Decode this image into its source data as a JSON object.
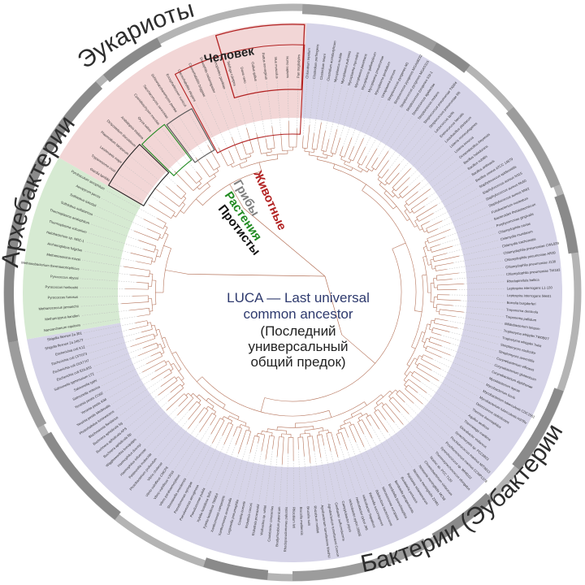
{
  "domains": {
    "eukaryotes": "Эукариоты",
    "archaea": "Архебактерии",
    "bacteria": "Бактерии (Эубактерии)"
  },
  "groups": {
    "human": "Человек",
    "animals": "Животные",
    "fungi": "Грибы",
    "plants": "Растения",
    "protists": "Протисты"
  },
  "center": {
    "line1": "LUCA — Last universal",
    "line2": "common ancestor",
    "line3": "(Последний",
    "line4": "универсальный",
    "line5": "общий предок)"
  },
  "colors": {
    "bacteria_bg": "#d6d4e8",
    "eukaryote_bg": "#f2d6d6",
    "archaea_bg": "#d6ead2",
    "animals": "#b22222",
    "fungi": "#808080",
    "plants": "#228b22",
    "protists": "#111111",
    "luca_title": "#2e3a6e",
    "branch": "#b5735a",
    "outer_ring": "#b4b4b4"
  },
  "leaves": [
    "Pyrobaculum aerophilum",
    "Aeropyrum pernix",
    "Sulfolobus tokodaii",
    "Sulfolobus solfataricus",
    "Thermoplasma acidophilum",
    "Thermoplasma volcanium",
    "Halobacterium sp. NRC-1",
    "Archaeoglobus fulgidus",
    "Methanosarcina mazei",
    "Methanobacterium thermautotrophicus",
    "Pyrococcus abyssi",
    "Pyrococcus horikoshii",
    "Pyrococcus furiosus",
    "Methanococcus jannaschii",
    "Methanopyrus kandleri",
    "Nanoarchaeum equitans",
    "Giardia lamblia",
    "Trypanosoma cruzi",
    "Leishmania major",
    "Plasmodium falciparum",
    "Dictyostelium discoideum",
    "Arabidopsis thaliana",
    "Oryza sativa",
    "Cyanidioschyzon merolae",
    "Saccharomyces cerevisiae",
    "Schizosaccharomyces pombe",
    "Encephalitozoon cuniculi",
    "Caenorhabditis elegans",
    "Caenorhabditis briggsae",
    "Drosophila melanogaster",
    "Anopheles gambiae",
    "Takifugu rubripes",
    "Danio rerio",
    "Gallus gallus",
    "Rattus norvegicus",
    "Mus musculus",
    "Homo sapiens",
    "Pan troglodytes",
    "Chlorobium tepidum",
    "Clostridium perfringens",
    "Clostridium tetani",
    "Clostridium acetobutylicum",
    "Mycoplasma mobile",
    "Mycoplasma pulmonis",
    "Mycoplasma mycoides",
    "Mycoplasma penetrans",
    "Mycoplasma gallisepticum",
    "Mycoplasma pneumoniae",
    "Mycoplasma genitalium",
    "Ureaplasma parvum",
    "Streptococcus pyogenes M1",
    "Streptococcus pyogenes MGAS8232",
    "Streptococcus pyogenes MGAS315",
    "Streptococcus pyogenes SSI-1",
    "Streptococcus agalactiae",
    "Streptococcus mutans",
    "Streptococcus pneumoniae TIGR4",
    "Streptococcus pneumoniae R6",
    "Lactococcus lactis",
    "Enterococcus faecalis",
    "Lactobacillus plantarum",
    "Listeria monocytogenes",
    "Listeria innocua",
    "Oceanobacillus iheyensis",
    "Bacillus halodurans",
    "Bacillus subtilis",
    "Bacillus anthracis",
    "Bacillus cereus ATCC 14579",
    "Staphylococcus epidermidis",
    "Staphylococcus aureus N315",
    "Staphylococcus aureus Mu50",
    "Staphylococcus aureus MW2",
    "Fusobacterium nucleatum",
    "Bacteroides thetaiotaomicron",
    "Porphyromonas gingivalis",
    "Chlamydophila caviae",
    "Chlamydia muridarum",
    "Chlamydia trachomatis",
    "Chlamydophila pneumoniae CWL029",
    "Chlamydophila pneumoniae AR39",
    "Chlamydophila pneumoniae J138",
    "Chlamydophila pneumoniae TW183",
    "Rhodopirellula baltica",
    "Leptospira interrogans L1-130",
    "Leptospira interrogans 56601",
    "Borrelia burgdorferi",
    "Treponema denticola",
    "Treponema pallidum",
    "Bifidobacterium longum",
    "Tropheryma whipplei TW08/27",
    "Tropheryma whipplei Twist",
    "Streptomyces coelicolor",
    "Streptomyces avermitilis",
    "Corynebacterium efficiens",
    "Corynebacterium glutamicum",
    "Corynebacterium diphtheriae",
    "Mycobacterium leprae",
    "Mycobacterium bovis",
    "Mycobacterium tuberculosis CDC1551",
    "Mycobacterium tuberculosis H37Rv",
    "Deinococcus radiodurans",
    "Thermus thermophilus",
    "Aquifex aeolicus",
    "Thermotoga maritima",
    "Gloeobacter violaceus",
    "Synechocystis sp. PCC6803",
    "Prochlorococcus marinus MIT9313",
    "Prochlorococcus marinus CCMP1378",
    "Synechococcus sp. WH8102",
    "Thermosynechococcus elongatus",
    "Nostoc sp. PCC 7120",
    "Chromobacterium violaceum",
    "Neisseria meningitidis MC58",
    "Neisseria meningitidis Z2491",
    "Ralstonia solanacearum",
    "Bordetella pertussis",
    "Bordetella parapertussis",
    "Bordetella bronchiseptica",
    "Nitrosomonas europaea",
    "Bdellovibrio bacteriovorus",
    "Wolinella succinogenes",
    "Helicobacter hepaticus",
    "Helicobacter pylori J99",
    "Helicobacter pylori 26695",
    "Campylobacter jejuni",
    "Geobacter sulfurreducens",
    "Agrobacterium tumefaciens Cereon",
    "Agrobacterium tumefaciens WashU",
    "Rhizobium meliloti",
    "Brucella suis",
    "Brucella melitensis",
    "Rhizobium loti",
    "Rhodopseudomonas palustris",
    "Bradyrhizobium japonicum",
    "Caulobacter crescentus",
    "Wolbachia sp. wMel",
    "Rickettsia prowazekii",
    "Rickettsia conorii",
    "Coxiella burnetii",
    "Legionella pneumophila",
    "Xanthomonas axonopodis",
    "Xanthomonas campestris",
    "Xylella fastidiosa 700964",
    "Xylella fastidiosa 9a5c",
    "Pseudomonas putida",
    "Pseudomonas aeruginosa",
    "Pseudomonas syringae",
    "Shewanella oneidensis",
    "Vibrio parahaemolyticus",
    "Vibrio vulnificus YJ016",
    "Vibrio vulnificus CMCP6",
    "Vibrio cholerae",
    "Photobacterium profundum",
    "Pasteurella multocida",
    "Haemophilus influenzae",
    "Haemophilus ducreyi",
    "Wigglesworthia brevipalpis",
    "Buchnera aphidicola Bp",
    "Buchnera aphidicola APS",
    "Buchnera aphidicola Sg",
    "Blochmannia floridanus",
    "Photorhabdus luminescens",
    "Yersinia pestis Medievalis",
    "Yersinia pestis KIM",
    "Yersinia pestis CO92",
    "Salmonella enterica",
    "Salmonella typhi",
    "Salmonella typhimurium LT2",
    "Escherichia coli EDL933",
    "Escherichia coli O157:H7",
    "Escherichia coli CFT073",
    "Escherichia coli K12",
    "Shigella flexneri 2a 2457T",
    "Shigella flexneri 2a 301"
  ]
}
